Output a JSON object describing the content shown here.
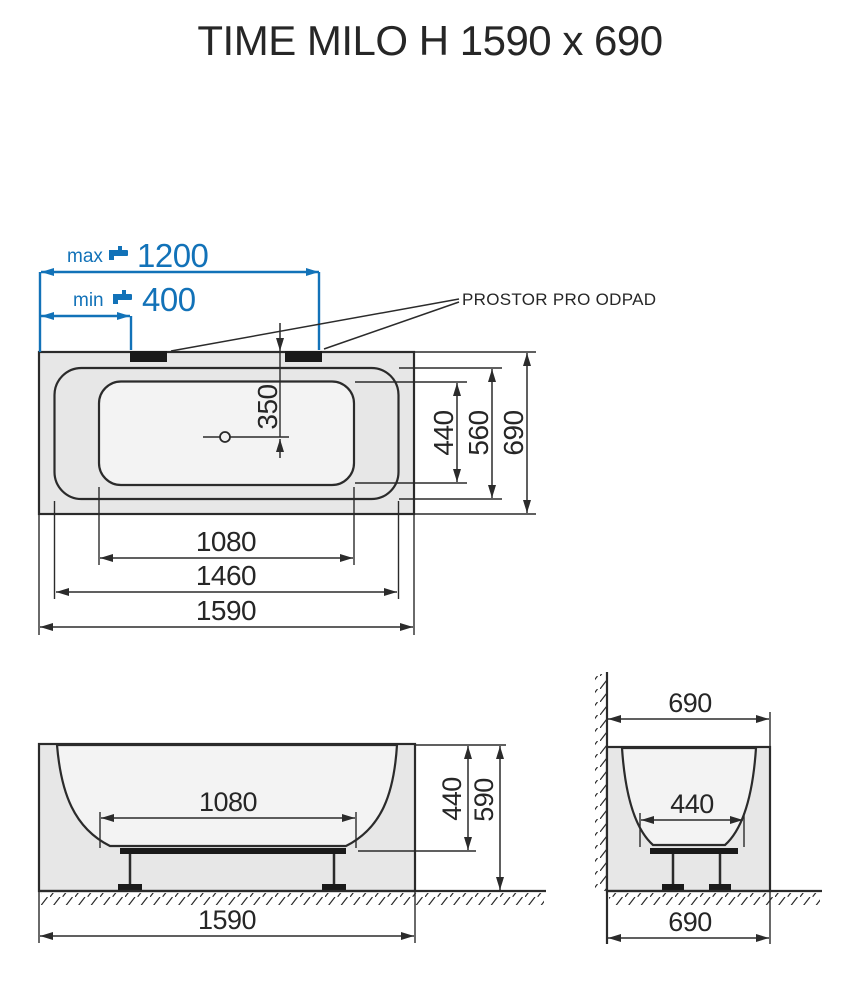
{
  "title": "TIME MILO H 1590 x 690",
  "colors": {
    "dimension_blue": "#1272b8",
    "line_dark": "#2b2b2b",
    "fill_light_gray": "#e7e7e7",
    "fill_lighter_gray": "#f3f3f3",
    "black_fill": "#1a1a1a"
  },
  "annotations": {
    "faucet_max_label": "max",
    "faucet_max_value": "1200",
    "faucet_min_label": "min",
    "faucet_min_value": "400",
    "drain_space_label": "PROSTOR PRO ODPAD"
  },
  "views": {
    "top": {
      "drain_offset": "350",
      "depth_bottom": "440",
      "depth_rim": "560",
      "depth_overall": "690",
      "width_bottom": "1080",
      "width_rim": "1460",
      "width_overall": "1590"
    },
    "front": {
      "width_bottom": "1080",
      "height_inner": "440",
      "height_overall": "590",
      "width_overall": "1590"
    },
    "side": {
      "width_top": "690",
      "width_bottom_inner": "440",
      "width_bottom": "690"
    }
  }
}
